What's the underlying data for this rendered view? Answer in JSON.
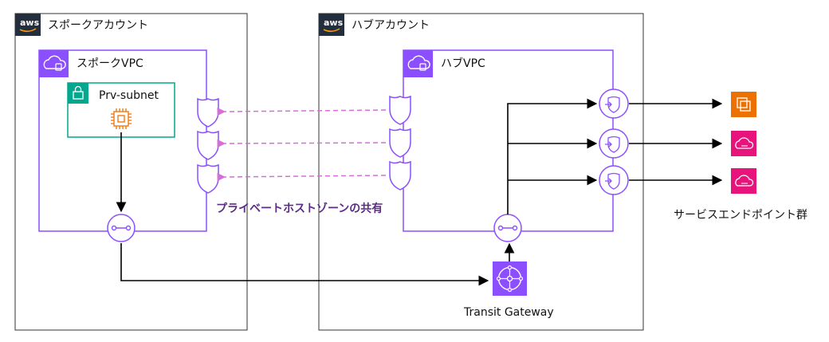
{
  "spoke_account": {
    "title": "スポークアカウント",
    "badge": "aws"
  },
  "hub_account": {
    "title": "ハブアカウント",
    "badge": "aws"
  },
  "spoke_vpc": {
    "title": "スポークVPC"
  },
  "hub_vpc": {
    "title": "ハブVPC"
  },
  "subnet": {
    "title": "Prv-subnet"
  },
  "phz_share_label": "プライベートホストゾーンの共有",
  "tgw_label": "Transit Gateway",
  "service_endpoints_label": "サービスエンドポイント群",
  "colors": {
    "vpc": "#8c4fff",
    "subnet": "#01a88d",
    "ec2": "#ed7100",
    "endpoint_service": "#e7157b",
    "share_arrow": "#d36fd6"
  }
}
